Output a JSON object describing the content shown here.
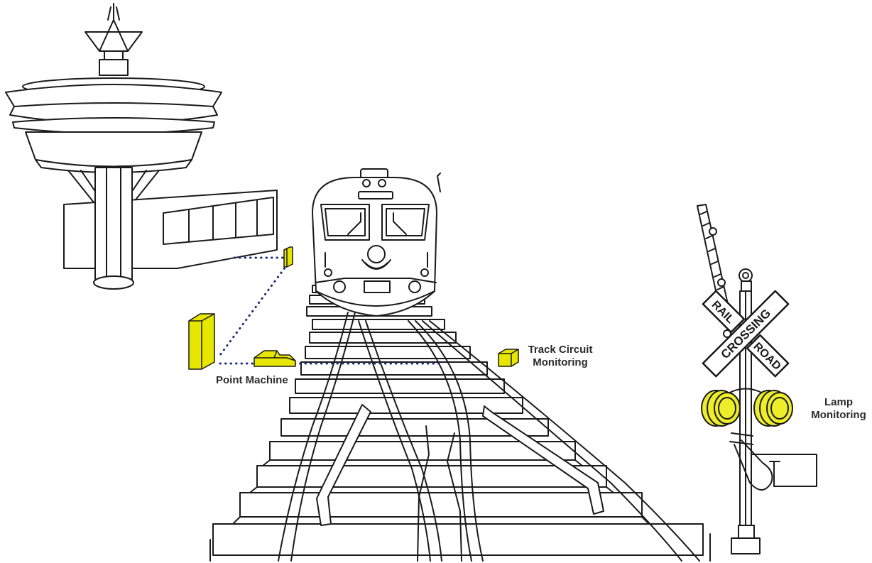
{
  "labels": {
    "point_machine": "Point Machine",
    "track_circuit_line1": "Track Circuit",
    "track_circuit_line2": "Monitoring",
    "lamp_line1": "Lamp",
    "lamp_line2": "Monitoring"
  },
  "sign": {
    "rail": "RAIL",
    "crossing": "CROSSING",
    "road": "ROAD"
  },
  "colors": {
    "line": "#1a1a1a",
    "device": "#e6e600",
    "device_shade": "#c9c900",
    "link": "#1f2f7a",
    "lamp": "#eded2a"
  },
  "icons": [
    "control-tower-icon",
    "train-icon",
    "track-icon",
    "railroad-crossing-icon",
    "sensor-box-icon",
    "point-machine-icon",
    "lamp-icon"
  ]
}
